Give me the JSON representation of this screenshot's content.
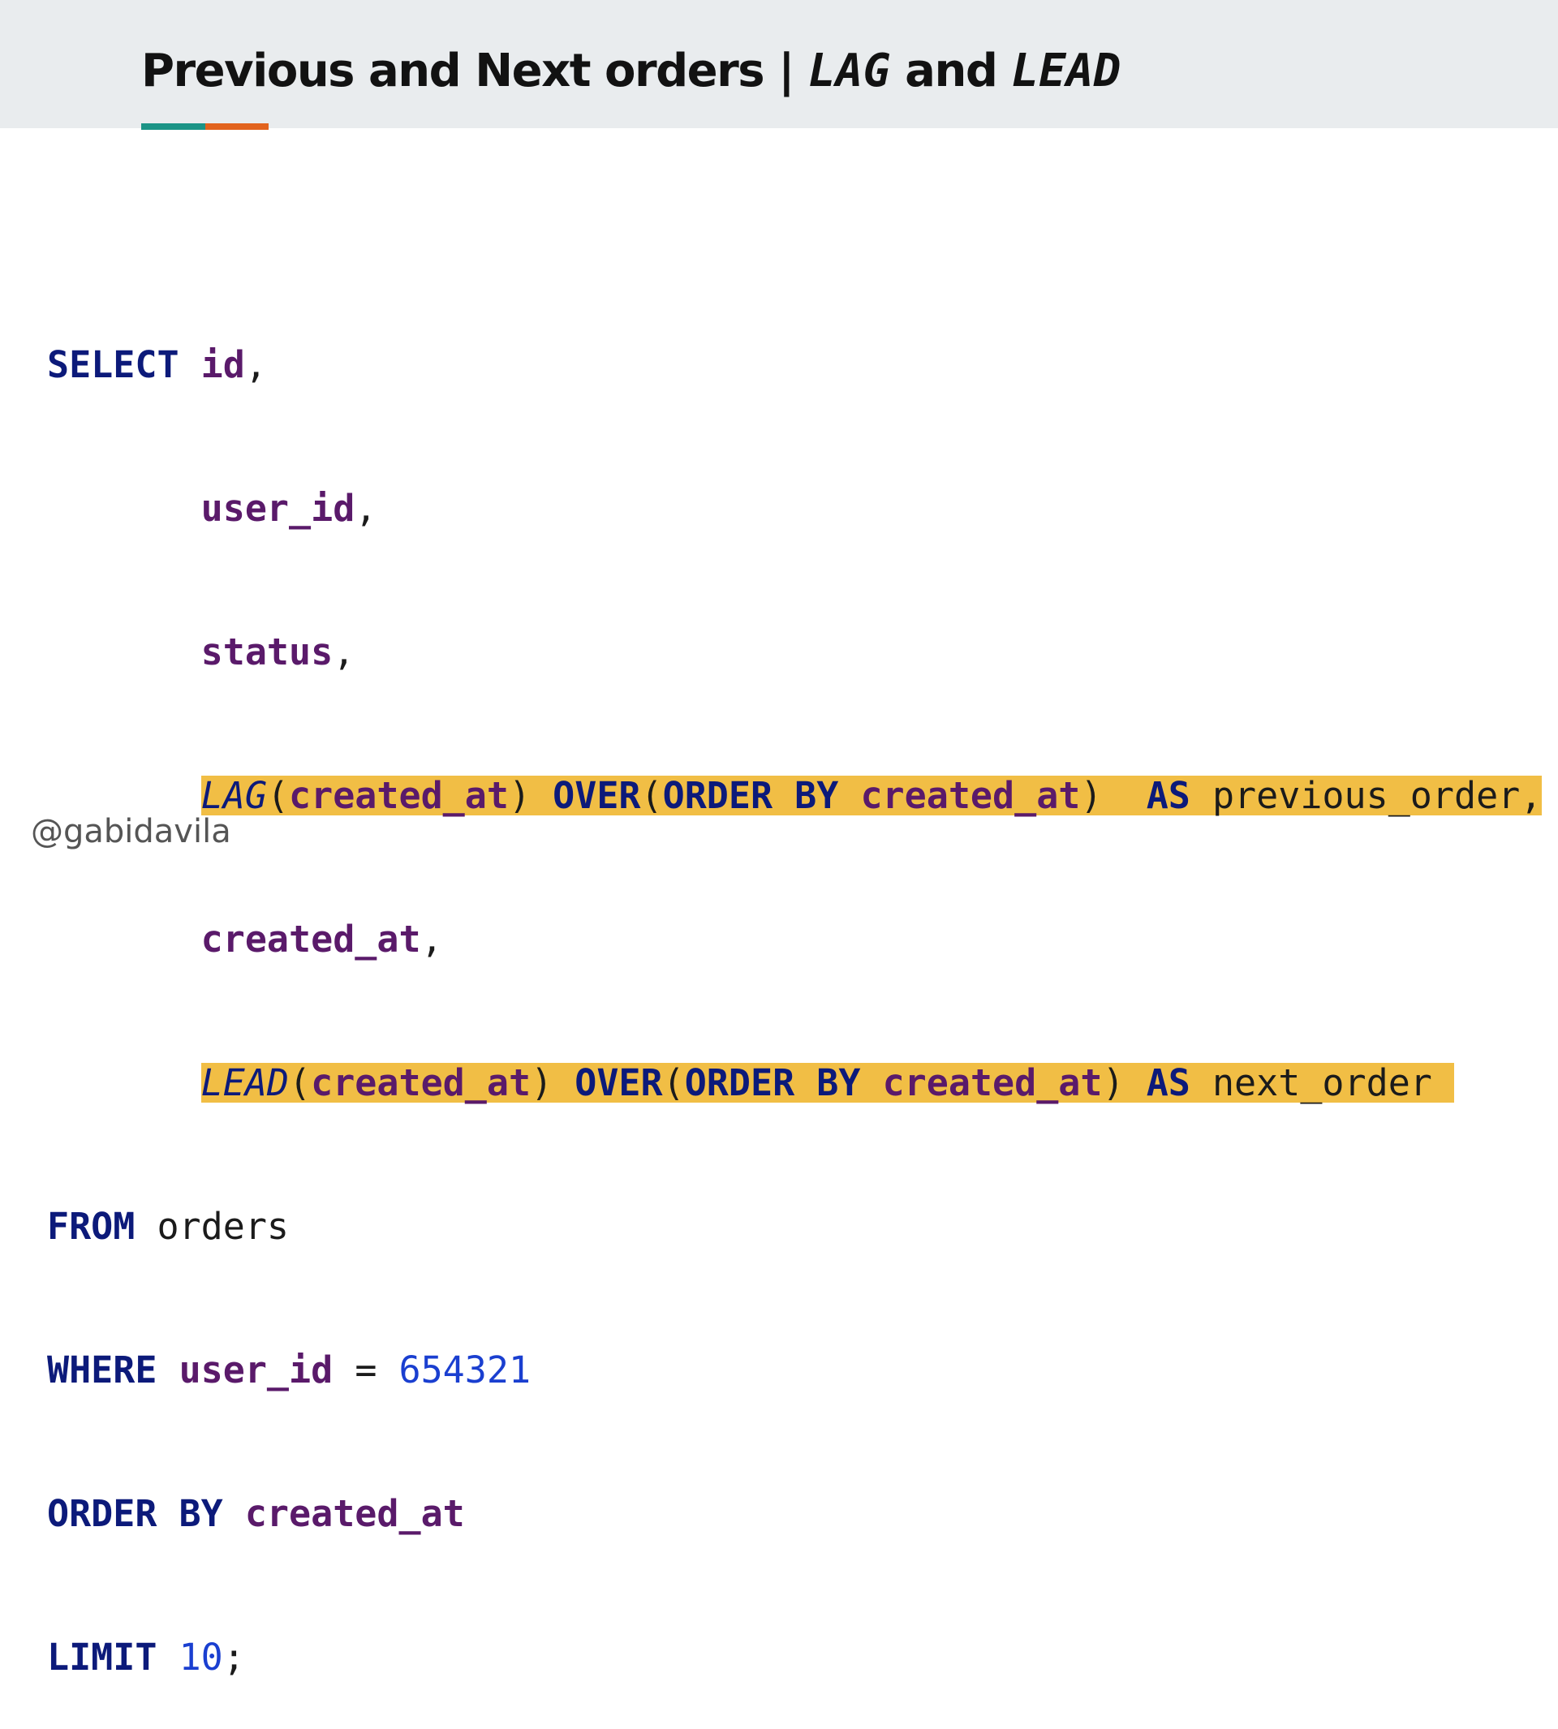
{
  "colors": {
    "accent_teal": "#1b9486",
    "accent_orange": "#e2631d",
    "highlight": "#f1be45"
  },
  "header": {
    "title_main": "Previous and Next orders | ",
    "title_lag": "LAG",
    "title_and": " and ",
    "title_lead": "LEAD"
  },
  "code": {
    "l1": {
      "kw": "SELECT",
      "id": "id",
      "punct": ","
    },
    "l2": {
      "id": "user_id",
      "punct": ","
    },
    "l3": {
      "id": "status",
      "punct": ","
    },
    "l4": {
      "fn": "LAG",
      "open": "(",
      "arg": "created_at",
      "close": ")",
      "over": "OVER",
      "open2": "(",
      "order_by": "ORDER BY",
      "arg2": "created_at",
      "close2": ")",
      "as": "AS",
      "alias": "previous_order",
      "punct": ","
    },
    "l5": {
      "id": "created_at",
      "punct": ","
    },
    "l6": {
      "fn": "LEAD",
      "open": "(",
      "arg": "created_at",
      "close": ")",
      "over": "OVER",
      "open2": "(",
      "order_by": "ORDER BY",
      "arg2": "created_at",
      "close2": ")",
      "as": "AS",
      "alias": "next_order"
    },
    "l7": {
      "kw": "FROM",
      "table": "orders"
    },
    "l8": {
      "kw": "WHERE",
      "id": "user_id",
      "op": "=",
      "num": "654321"
    },
    "l9": {
      "kw": "ORDER BY",
      "id": "created_at"
    },
    "l10": {
      "kw": "LIMIT",
      "num": "10",
      "punct": ";"
    }
  },
  "footer": {
    "handle": "@gabidavila"
  }
}
